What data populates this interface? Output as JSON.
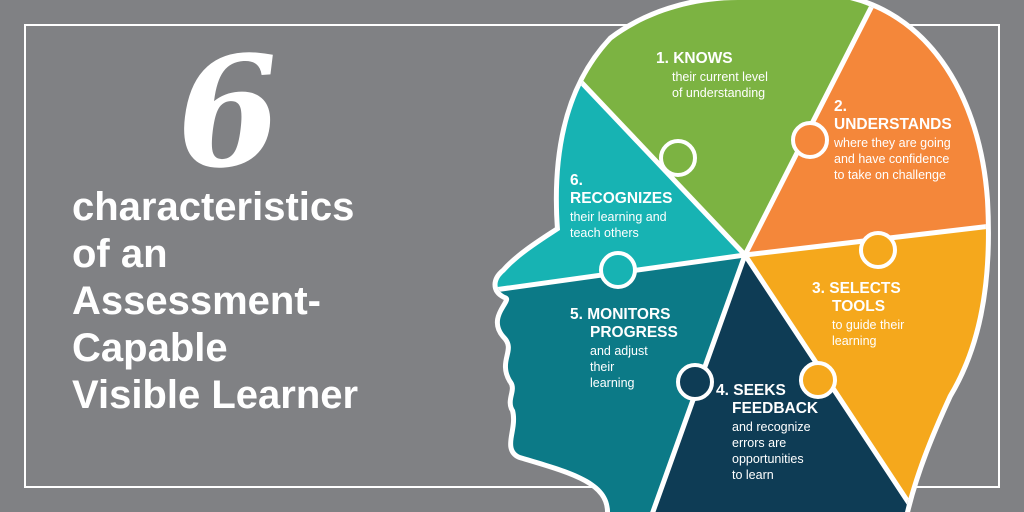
{
  "heading": {
    "number": "6",
    "lines": [
      "characteristics",
      "of an",
      "Assessment-",
      "Capable",
      "Visible Learner"
    ]
  },
  "colors": {
    "background": "#808184",
    "knows": "#7cb342",
    "understands": "#f4873a",
    "selects": "#f5a81c",
    "seeks": "#0e3c55",
    "monitors": "#0c7a87",
    "recognizes": "#17b3b3"
  },
  "characteristics": [
    {
      "id": "knows",
      "title_lines": [
        "1. KNOWS"
      ],
      "desc_lines": [
        "their current level",
        "of understanding"
      ]
    },
    {
      "id": "understands",
      "title_lines": [
        "2.",
        "UNDERSTANDS"
      ],
      "desc_lines": [
        "where they are going",
        "and have confidence",
        "to take on challenge"
      ]
    },
    {
      "id": "selects",
      "title_lines": [
        "3. SELECTS",
        "TOOLS"
      ],
      "desc_lines": [
        "to guide their",
        "learning"
      ]
    },
    {
      "id": "seeks",
      "title_lines": [
        "4. SEEKS",
        "FEEDBACK"
      ],
      "desc_lines": [
        "and recognize",
        "errors are",
        "opportunities",
        "to learn"
      ]
    },
    {
      "id": "monitors",
      "title_lines": [
        "5. MONITORS",
        "PROGRESS"
      ],
      "desc_lines": [
        "and adjust",
        "their",
        "learning"
      ]
    },
    {
      "id": "recognizes",
      "title_lines": [
        "6.",
        "RECOGNIZES"
      ],
      "desc_lines": [
        "their learning and",
        "teach others"
      ]
    }
  ]
}
